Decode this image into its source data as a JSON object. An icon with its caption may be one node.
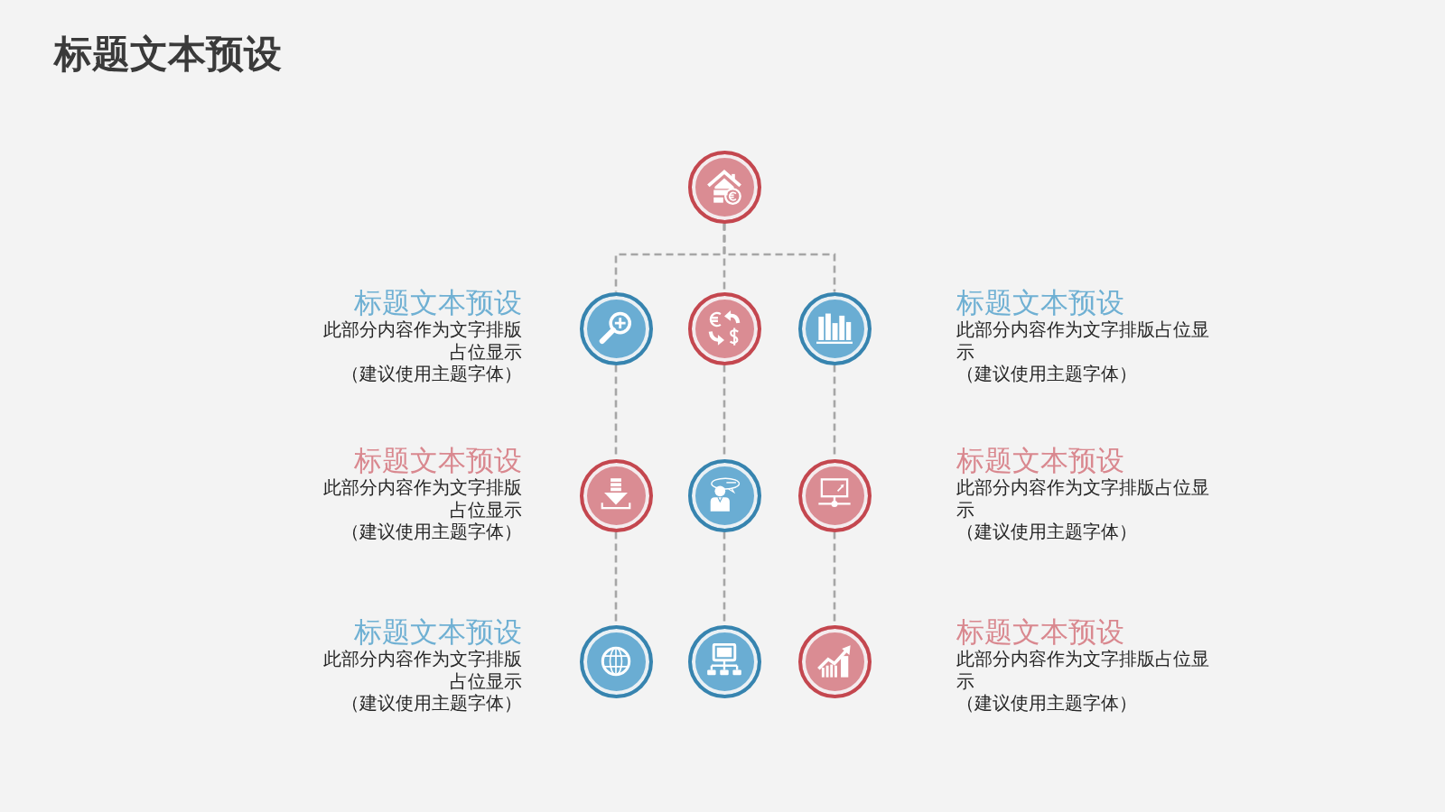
{
  "diagram": {
    "title": "标题文本预设",
    "nodes": [
      {
        "text": [],
        "shape": "circle"
      },
      {
        "text": [],
        "shape": "circle",
        "beside": [
          "标题文本预设",
          "此部分内容作为文字排版占位显示",
          "（建议使用主题字体）"
        ]
      },
      {
        "text": [],
        "shape": "circle"
      },
      {
        "text": [],
        "shape": "circle",
        "beside": [
          "标题文本预设",
          "此部分内容作为文字排版占位显示",
          "（建议使用主题字体）"
        ]
      },
      {
        "text": [],
        "shape": "circle",
        "beside": [
          "标题文本预设",
          "此部分内容作为文字排版占位显示",
          "（建议使用主题字体）"
        ]
      },
      {
        "text": [],
        "shape": "circle"
      },
      {
        "text": [],
        "shape": "circle",
        "beside": [
          "标题文本预设",
          "此部分内容作为文字排版占位显示",
          "（建议使用主题字体）"
        ]
      },
      {
        "text": [],
        "shape": "circle",
        "beside": [
          "标题文本预设",
          "此部分内容作为文字排版占位显示",
          "（建议使用主题字体）"
        ]
      },
      {
        "text": [],
        "shape": "circle"
      },
      {
        "text": [],
        "shape": "circle",
        "beside": [
          "标题文本预设",
          "此部分内容作为文字排版占位显示",
          "（建议使用主题字体）"
        ]
      }
    ],
    "edges": [
      {
        "from": 0,
        "to": 1,
        "arrow": "none",
        "style": "dashed"
      },
      {
        "from": 0,
        "to": 2,
        "arrow": "none",
        "style": "dashed"
      },
      {
        "from": 0,
        "to": 3,
        "arrow": "none",
        "style": "dashed"
      },
      {
        "from": 1,
        "to": 4,
        "arrow": "none",
        "style": "dashed"
      },
      {
        "from": 2,
        "to": 5,
        "arrow": "none",
        "style": "dashed"
      },
      {
        "from": 3,
        "to": 6,
        "arrow": "none",
        "style": "dashed"
      },
      {
        "from": 4,
        "to": 7,
        "arrow": "none",
        "style": "dashed"
      },
      {
        "from": 5,
        "to": 8,
        "arrow": "none",
        "style": "dashed"
      },
      {
        "from": 6,
        "to": 9,
        "arrow": "none",
        "style": "dashed"
      }
    ]
  }
}
